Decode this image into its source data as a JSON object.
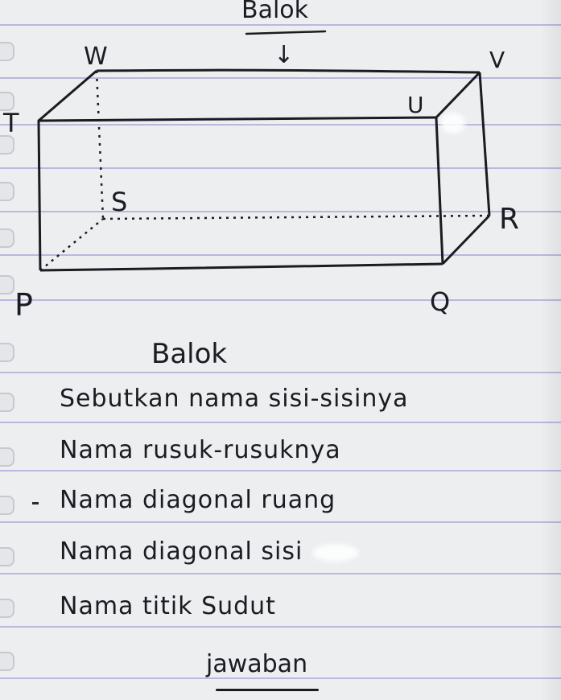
{
  "heading": {
    "title": "Balok",
    "arrow_glyph": "↓"
  },
  "diagram": {
    "vertices": {
      "P": "P",
      "Q": "Q",
      "R": "R",
      "S": "S",
      "T": "T",
      "U": "U",
      "V": "V",
      "W": "W"
    }
  },
  "questions": {
    "title": "Balok",
    "items": [
      "Sebutkan nama sisi-sisinya",
      "Nama rusuk-rusuknya",
      "Nama diagonal ruang",
      "Nama diagonal sisi",
      "Nama titik Sudut"
    ]
  },
  "answer": {
    "label": "jawaban"
  },
  "colors": {
    "ink": "#1b1b22",
    "ruled_line": "#b7b9dd",
    "paper": "#eceef0"
  }
}
